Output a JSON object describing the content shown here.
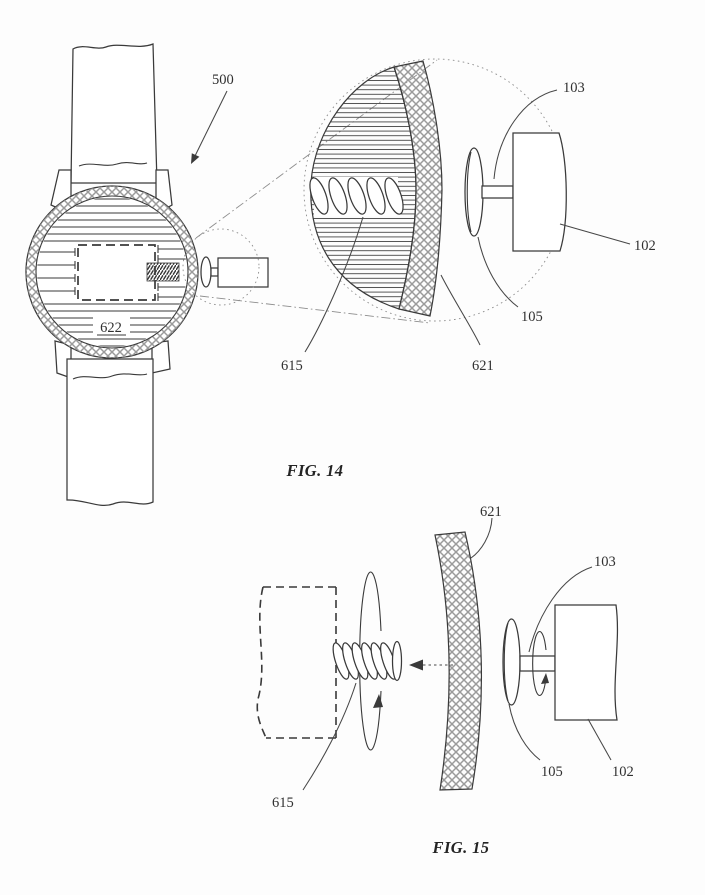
{
  "page": {
    "colors": {
      "ink": "#3a3a3a",
      "bg": "#fdfdfd"
    }
  },
  "fig14": {
    "caption": "FIG. 14",
    "ref_500": "500",
    "ref_622": "622",
    "ref_615": "615",
    "ref_621": "621",
    "ref_103": "103",
    "ref_102": "102",
    "ref_105": "105"
  },
  "fig15": {
    "caption": "FIG. 15",
    "ref_615": "615",
    "ref_621": "621",
    "ref_103": "103",
    "ref_102": "102",
    "ref_105": "105"
  }
}
